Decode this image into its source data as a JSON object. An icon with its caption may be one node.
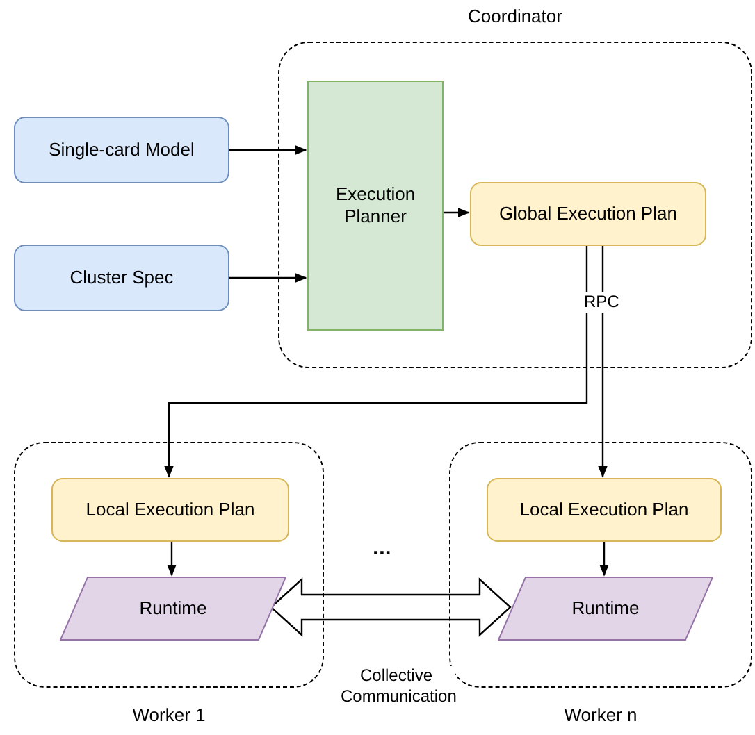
{
  "diagram": {
    "nodes": [
      {
        "text": [
          "Coordinator"
        ]
      },
      {
        "text": [
          "Single-card Model"
        ]
      },
      {
        "text": [
          "Cluster Spec"
        ]
      },
      {
        "text": [
          "Execution Planner"
        ],
        "in": 0
      },
      {
        "text": [
          "Global Execution Plan"
        ],
        "in": 0
      },
      {
        "text": [
          "Worker 1"
        ]
      },
      {
        "text": [
          "Worker n"
        ]
      },
      {
        "text": [
          "Local Execution Plan"
        ],
        "in": 5
      },
      {
        "text": [
          "Runtime"
        ],
        "in": 5
      },
      {
        "text": [
          "Local Execution Plan"
        ],
        "in": 6
      },
      {
        "text": [
          "Runtime"
        ],
        "in": 6
      }
    ],
    "edges": [
      {
        "from": 1,
        "to": 3,
        "arrow": "to"
      },
      {
        "from": 2,
        "to": 3,
        "arrow": "to"
      },
      {
        "from": 3,
        "to": 4,
        "arrow": "to"
      },
      {
        "from": 4,
        "to": 7,
        "arrow": "to",
        "label": "RPC"
      },
      {
        "from": 4,
        "to": 9,
        "arrow": "to"
      },
      {
        "from": 7,
        "to": 8,
        "arrow": "to"
      },
      {
        "from": 9,
        "to": 10,
        "arrow": "to"
      },
      {
        "from": 8,
        "to": 10,
        "arrow": "both",
        "style": "thick",
        "label": "Collective Communication"
      }
    ],
    "labels": [
      "..."
    ]
  }
}
